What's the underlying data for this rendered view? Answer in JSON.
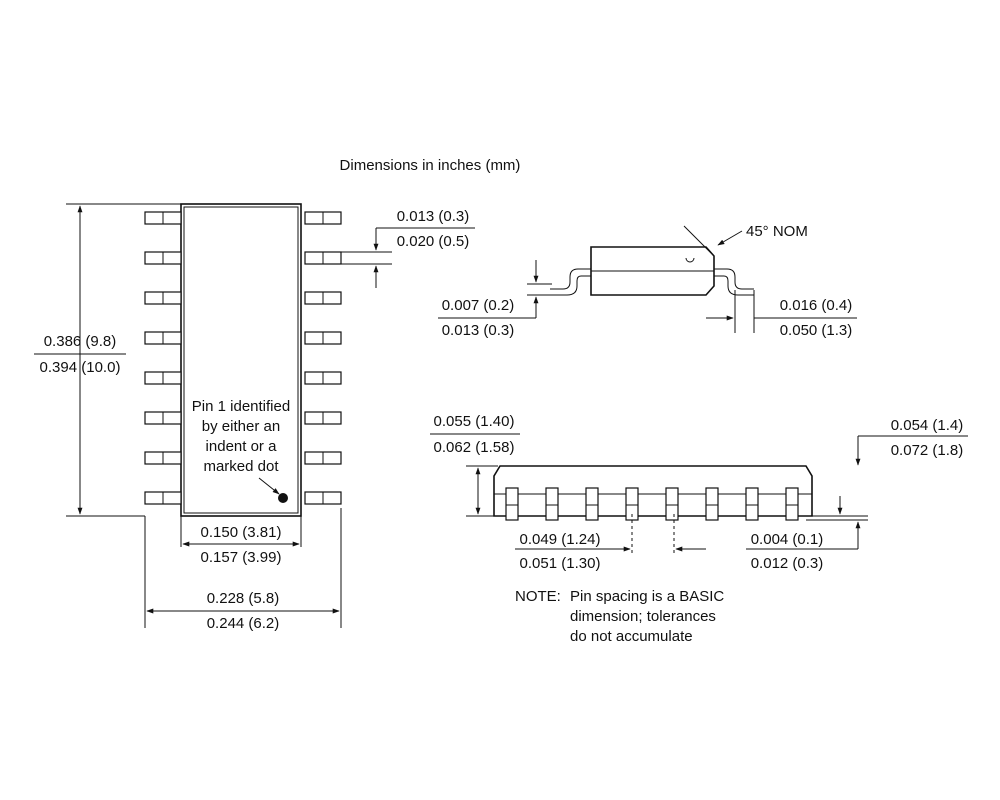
{
  "title": "Dimensions in inches (mm)",
  "top_view": {
    "pins_per_side": 8,
    "pin1_note": [
      "Pin 1 identified",
      "by either an",
      "indent or a",
      "marked dot"
    ],
    "length": {
      "min": "0.386 (9.8)",
      "max": "0.394 (10.0)"
    },
    "body_width": {
      "min": "0.150 (3.81)",
      "max": "0.157 (3.99)"
    },
    "overall_width": {
      "min": "0.228 (5.8)",
      "max": "0.244 (6.2)"
    },
    "lead_width": {
      "min": "0.013 (0.3)",
      "max": "0.020 (0.5)"
    }
  },
  "end_view": {
    "chamfer": "45° NOM",
    "lead_thickness": {
      "min": "0.007 (0.2)",
      "max": "0.013 (0.3)"
    },
    "foot_length": {
      "min": "0.016 (0.4)",
      "max": "0.050 (1.3)"
    }
  },
  "side_view": {
    "pins_visible": 8,
    "body_height": {
      "min": "0.055 (1.40)",
      "max": "0.062 (1.58)"
    },
    "total_height": {
      "min": "0.054 (1.4)",
      "max": "0.072 (1.8)"
    },
    "pin_pitch": {
      "min": "0.049 (1.24)",
      "max": "0.051 (1.30)"
    },
    "standoff": {
      "min": "0.004 (0.1)",
      "max": "0.012 (0.3)"
    }
  },
  "note": {
    "prefix": "NOTE:",
    "lines": [
      "Pin spacing is a BASIC",
      "dimension; tolerances",
      "do not accumulate"
    ]
  }
}
